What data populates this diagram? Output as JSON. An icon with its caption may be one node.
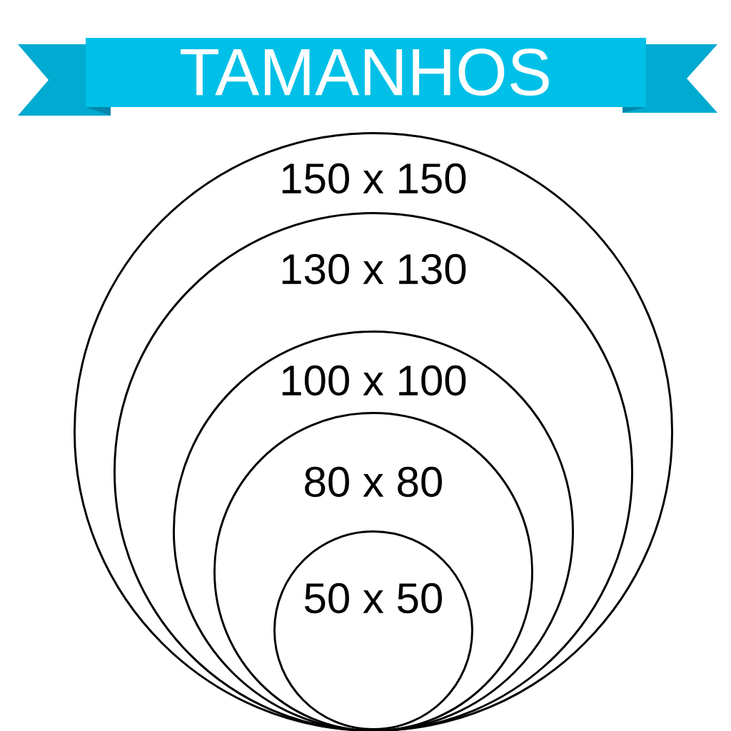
{
  "diagram": {
    "title": "TAMANHOS",
    "nodes": [
      {
        "text": [
          "150 x 150"
        ]
      },
      {
        "text": [
          "130 x 130"
        ],
        "in": 0
      },
      {
        "text": [
          "100 x 100"
        ],
        "in": 1
      },
      {
        "text": [
          "80 x 80"
        ],
        "in": 2
      },
      {
        "text": [
          "50 x 50"
        ],
        "in": 3
      }
    ]
  }
}
